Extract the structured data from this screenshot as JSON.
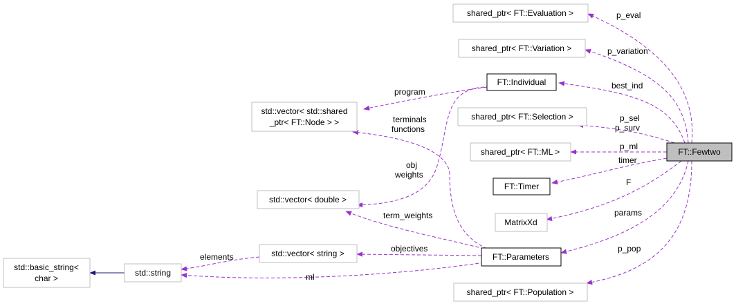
{
  "nodes": {
    "fewtwo": "FT::Fewtwo",
    "eval": "shared_ptr< FT::Evaluation >",
    "variation": "shared_ptr< FT::Variation >",
    "individual": "FT::Individual",
    "selection": "shared_ptr< FT::Selection >",
    "ml": "shared_ptr< FT::ML >",
    "timer": "FT::Timer",
    "matrixxd": "MatrixXd",
    "parameters": "FT::Parameters",
    "population": "shared_ptr< FT::Population >",
    "vector_node_line1": "std::vector< std::shared",
    "vector_node_line2": "_ptr< FT::Node > >",
    "vector_double": "std::vector< double >",
    "vector_string": "std::vector< string >",
    "string": "std::string",
    "basic_string_line1": "std::basic_string<",
    "basic_string_line2": "char >"
  },
  "edge_labels": {
    "p_eval": "p_eval",
    "p_variation": "p_variation",
    "best_ind": "best_ind",
    "p_sel": "p_sel",
    "p_surv": "p_surv",
    "p_ml": "p_ml",
    "timer": "timer",
    "F": "F",
    "params": "params",
    "p_pop": "p_pop",
    "program": "program",
    "terminals": "terminals",
    "functions": "functions",
    "obj": "obj",
    "weights": "weights",
    "term_weights": "term_weights",
    "objectives": "objectives",
    "elements": "elements",
    "ml": "ml"
  },
  "colors": {
    "usage_edge": "#9a32cd",
    "inheritance_edge": "#191970",
    "focus_fill": "#bfbfbf"
  }
}
